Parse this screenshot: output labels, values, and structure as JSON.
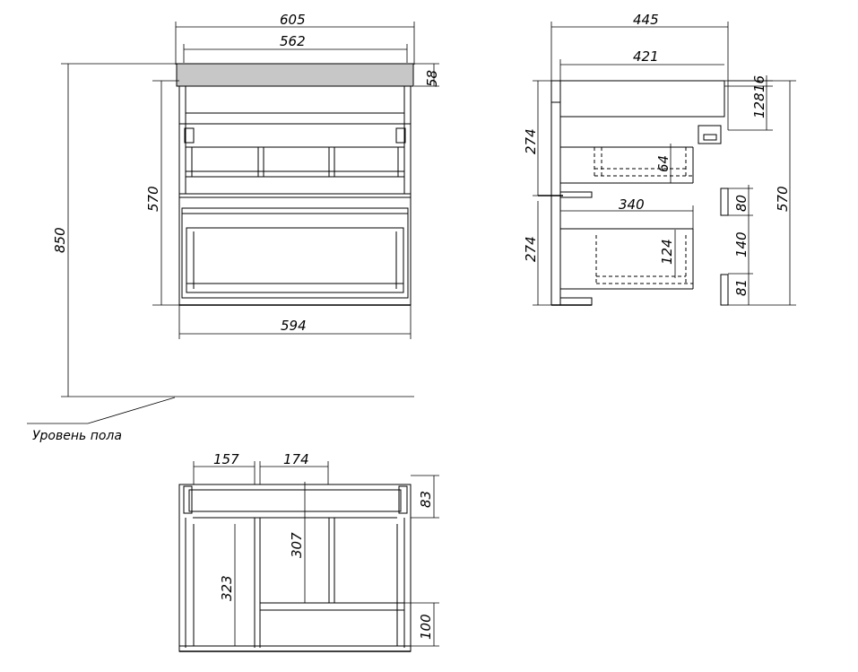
{
  "front_view": {
    "width_top": "605",
    "width_inner": "562",
    "top_thickness": "58",
    "body_height": "570",
    "total_height": "850",
    "bottom_width": "594"
  },
  "floor_label": "Уровень пола",
  "side_view": {
    "depth_top": "445",
    "depth_inner": "421",
    "top_16": "16",
    "top_128": "128",
    "drawer_upper": "274",
    "drawer_lower": "274",
    "inner_64": "64",
    "inner_340": "340",
    "inner_124": "124",
    "side_80": "80",
    "side_140": "140",
    "side_81": "81",
    "side_570": "570"
  },
  "top_view": {
    "w157": "157",
    "w174": "174",
    "h83": "83",
    "h307": "307",
    "h323": "323",
    "h100": "100"
  }
}
